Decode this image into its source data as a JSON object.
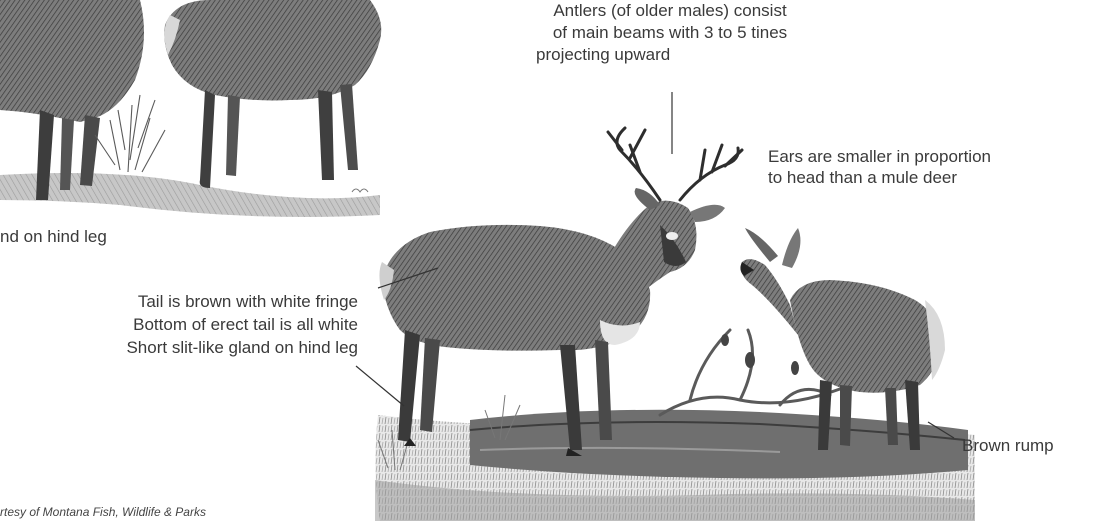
{
  "labels": {
    "antlers": [
      "Antlers (of older males) consist",
      "of main beams with 3 to 5 tines",
      "projecting upward"
    ],
    "ears": [
      "Ears are smaller in proportion",
      "to head than a mule deer"
    ],
    "hind_gland_partial": "nd on hind leg",
    "tail": [
      "Tail is brown with white fringe",
      "Bottom of erect tail is all white",
      "Short slit-like gland on hind leg"
    ],
    "rump": "Brown rump"
  },
  "credit": "rtesy of Montana Fish, Wildlife & Parks",
  "colors": {
    "ink": "#3a3a3a",
    "sketch_dark": "#2b2b2b",
    "sketch_mid": "#6e6e6e",
    "sketch_light": "#b5b5b5"
  }
}
